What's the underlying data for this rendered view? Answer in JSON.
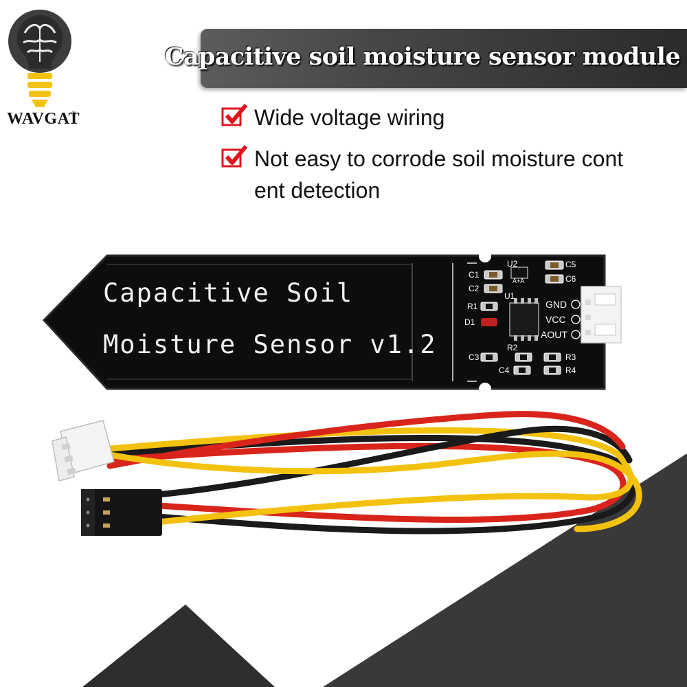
{
  "brand": {
    "name": "WAVGAT",
    "registered_mark": "®"
  },
  "title": "Capacitive soil moisture sensor module",
  "features": [
    {
      "icon": "check-icon",
      "lines": [
        "Wide voltage wiring"
      ]
    },
    {
      "icon": "check-icon",
      "lines": [
        "Not easy to corrode soil moisture cont",
        "ent detection"
      ]
    }
  ],
  "board": {
    "label_line1": "Capacitive Soil",
    "label_line2": "Moisture Sensor v1.2",
    "components": [
      "C1",
      "C2",
      "C3",
      "C4",
      "C5",
      "C6",
      "U1",
      "U2",
      "R1",
      "R2",
      "R3",
      "R4",
      "D1"
    ],
    "u2_marking": "A+A",
    "pins": [
      "GND",
      "VCC",
      "AOUT"
    ]
  },
  "colors": {
    "title_bar": "#3a3a3a",
    "check_mark": "#e0141e",
    "pcb": "#111111",
    "wire_red": "#d9241c",
    "wire_yellow": "#f2c20f",
    "wire_black": "#1a1a1a",
    "background_triangles": "#3b3b3b"
  }
}
